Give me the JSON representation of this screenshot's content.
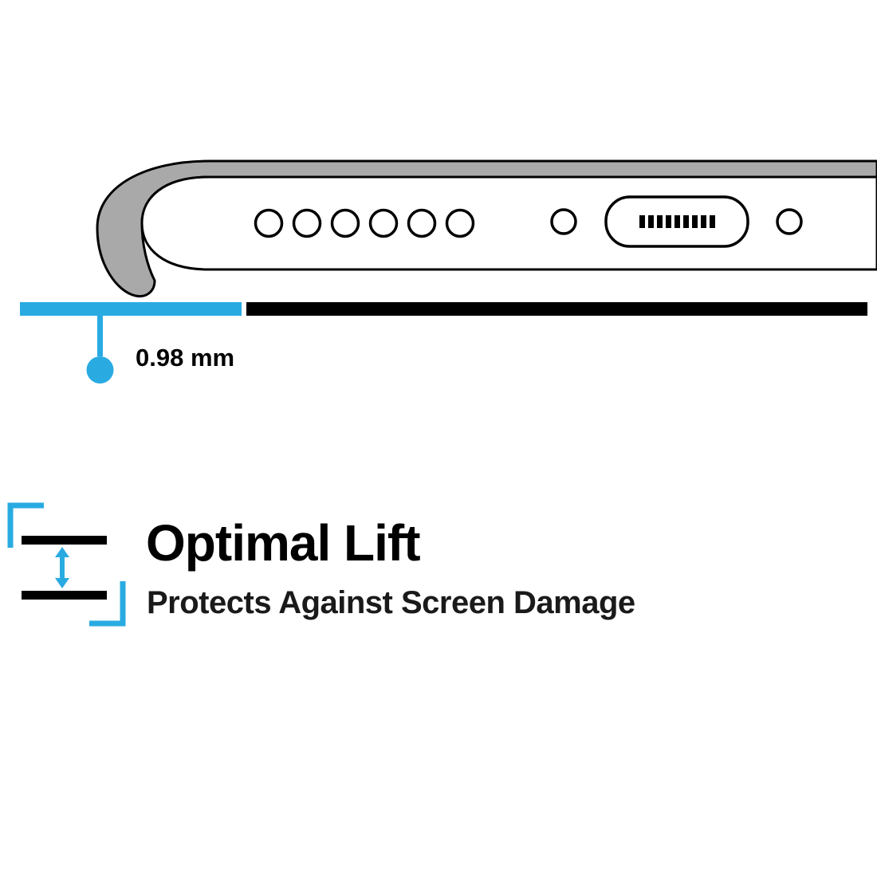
{
  "illustration": {
    "name": "phone-case-bottom-edge-cross-section",
    "measurement_label": "0.98 mm",
    "parts": [
      "case-lip",
      "phone-body",
      "speaker-holes",
      "charging-port",
      "screw-hole-left",
      "screw-hole-right",
      "surface-highlight-bar",
      "surface-bar",
      "measurement-callout"
    ]
  },
  "feature": {
    "icon": "lift-gap-icon",
    "title": "Optimal Lift",
    "subtitle": "Protects Against Screen Damage"
  },
  "colors": {
    "accent_cyan": "#29abe2",
    "case_gray": "#a9a9a9",
    "line_black": "#000000",
    "background": "#ffffff"
  }
}
